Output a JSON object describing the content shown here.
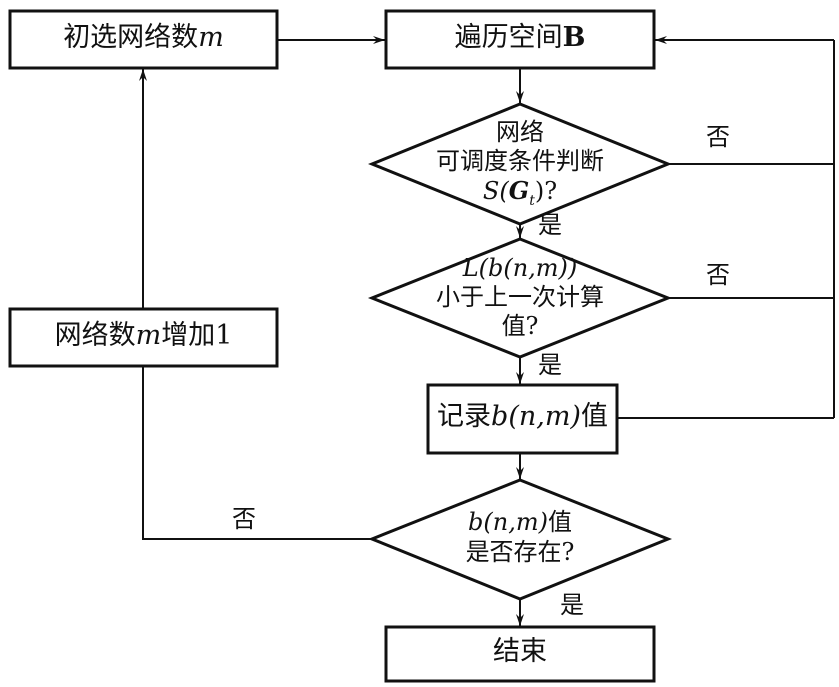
{
  "nodes": {
    "init": {
      "label_cn": "初选网络数",
      "label_var": "m"
    },
    "traverse": {
      "label_cn": "遍历空间",
      "label_var": "B"
    },
    "check_sched": {
      "line1": "网络",
      "line2": "可调度条件判断",
      "line3_pre": "S(",
      "line3_var": "G",
      "line3_sub": "t",
      "line3_post": ")?"
    },
    "check_less": {
      "line1": "L(b(n,m))",
      "line2": "小于上一次计算",
      "line3": "值?"
    },
    "record": {
      "pre": "记录",
      "expr": "b(n,m)",
      "post": "值"
    },
    "exists": {
      "line1_expr": "b(n,m)",
      "line1_post": "值",
      "line2": "是否存在?"
    },
    "increment": {
      "pre": "网络数",
      "var": "m",
      "post": "增加1"
    },
    "end": {
      "label": "结束"
    }
  },
  "edge_labels": {
    "no_sched": "否",
    "yes_sched": "是",
    "no_less": "否",
    "yes_less": "是",
    "no_exists": "否",
    "yes_exists": "是"
  },
  "colors": {
    "stroke": "#111111",
    "background": "#ffffff"
  }
}
